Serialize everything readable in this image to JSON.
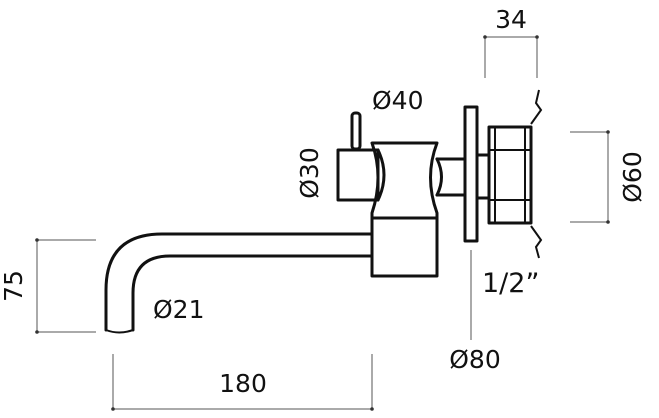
{
  "dimensions": {
    "depth": "34",
    "handle_diameter": "Ø40",
    "body_diameter": "Ø30",
    "cap_diameter": "Ø60",
    "spout_height": "75",
    "spout_diameter": "Ø21",
    "thread_size": "1/2”",
    "flange_diameter": "Ø80",
    "spout_length": "180"
  },
  "colors": {
    "line": "#111111",
    "dimension_line": "#555555",
    "background": "#ffffff"
  }
}
